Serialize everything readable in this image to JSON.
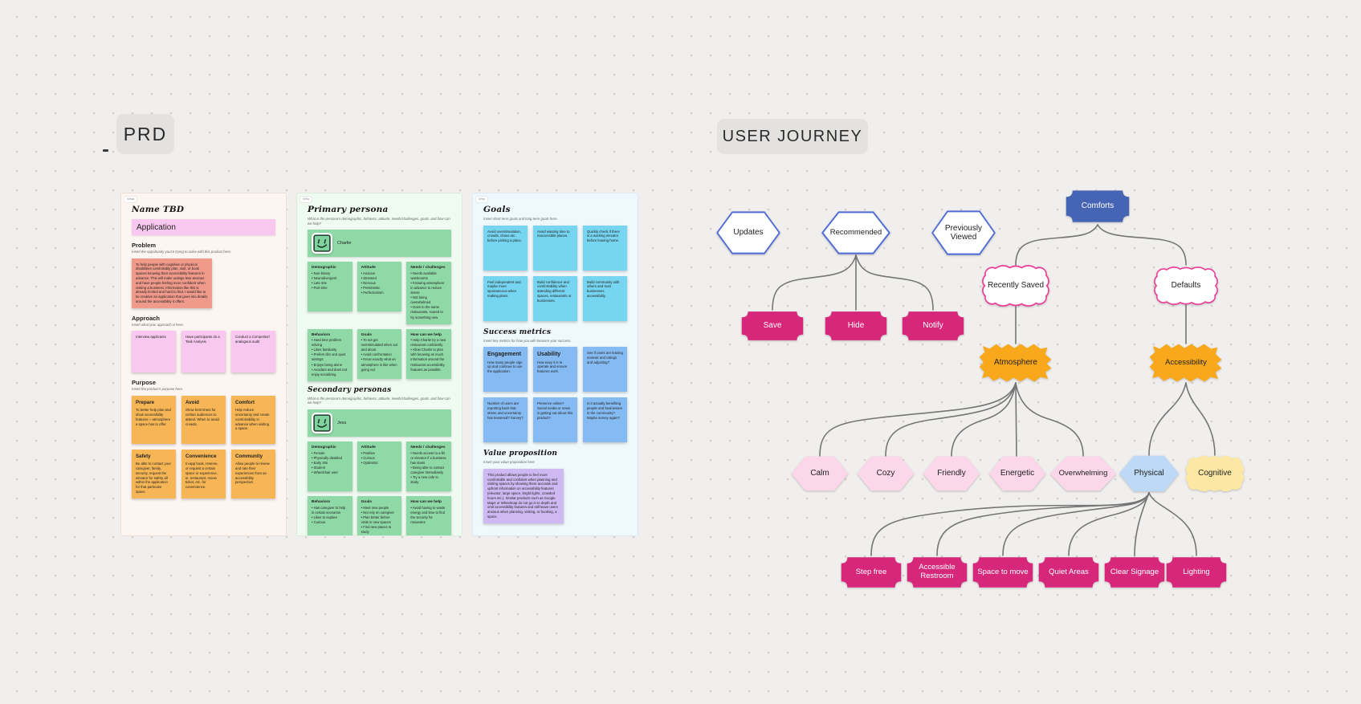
{
  "canvas": {
    "prd_label": "PRD",
    "user_journey_label": "USER JOURNEY"
  },
  "colors": {
    "magenta_node": "#d7277b",
    "dark_blue_node": "#4565b4",
    "orange_node": "#f9a81b",
    "hex_border_blue": "#4f6bd5",
    "scallop_border_pink": "#ee3d96",
    "light_pink_node": "#fbd7e9",
    "light_blue_node": "#bdd9f5",
    "light_yellow_node": "#fce8a4",
    "sticky_salmon": "#ef9a8a",
    "sticky_pink": "#f9c8f0",
    "sticky_orange": "#f7b655",
    "sticky_green": "#8ed9a6",
    "sticky_cyan": "#76d5f0",
    "sticky_blue": "#85bbf2",
    "sticky_purple": "#cfb9f3"
  },
  "prd": {
    "tag": "What",
    "title": "Name TBD",
    "banner": "Application",
    "problem": {
      "heading": "Problem",
      "subtitle": "Insert the opportunity you're trying to solve with this product here.",
      "note": "To help people with cognitive or physical disabilities comfortably plan, visit, or book spaces knowing their accessibility features in advance. This will make outings less anxious and have people feeling more confident when visiting a business. Information like this is already limited and hard to find. I would like to be creative an application that goes into details around the accessibility it offers."
    },
    "approach": {
      "heading": "Approach",
      "subtitle": "Insert what your approach is here.",
      "notes": [
        "Interview applicants",
        "Have participants do a Task Analysis",
        "Conduct a Competitor/ analogous audit"
      ]
    },
    "purpose": {
      "heading": "Purpose",
      "subtitle": "Insert the product's purpose here.",
      "notes": [
        {
          "title": "Prepare",
          "body": "To better help plan and show accessibility features + atmosphere a space has to offer."
        },
        {
          "title": "Avoid",
          "body": "Show best times for certain audiences to attend. When to avoid crowds."
        },
        {
          "title": "Comfort",
          "body": "Help reduce uncertainty and create comfortability in advance when visiting a space."
        },
        {
          "title": "Safety",
          "body": "Be able to contact your caregiver, family, security, request the elevator for safety all within the application for that particular space."
        },
        {
          "title": "Convenience",
          "body": "In-app book, reserve, or request a certain space or experience, ie. restaurant, movie ticket, etc. for convenience."
        },
        {
          "title": "Community",
          "body": "Allow people to review and rate their experiences from an accessibility perspective."
        }
      ]
    }
  },
  "personas": {
    "tag": "Who",
    "primary": {
      "title": "Primary persona",
      "subtitle": "What is the persona's demographic, behavior, attitude, needs/challenges, goals, and how can we help?",
      "name": "Charlie",
      "cards": [
        {
          "title": "Demographic",
          "items": [
            "Non-binary",
            "Neurodivergent",
            "Late 20s",
            "Part-time"
          ]
        },
        {
          "title": "Attitude",
          "items": [
            "Anxious",
            "Stressed",
            "Nervous",
            "Pessimistic",
            "Perfectionism"
          ]
        },
        {
          "title": "Needs / challenges",
          "items": [
            "Needs available washrooms",
            "Knowing atmosphere in advance to reduce stress",
            "Not being overwhelmed",
            "Goes to the same restaurants, scared to try something new"
          ]
        },
        {
          "title": "Behaviors",
          "items": [
            "Hard time problem solving",
            "Likes familiarity",
            "Prefers dim and quiet settings",
            "Enjoys being alone",
            "Avoidant and does not enjoy socializing"
          ]
        },
        {
          "title": "Goals",
          "items": [
            "To not get overstimulated when out and about",
            "Avoid confrontation",
            "Know exactly what an atmosphere is like when going out"
          ]
        },
        {
          "title": "How can we help",
          "items": [
            "Help Charlie try a new restaurant confidently",
            "Allow Charlie to plan with knowing as much information around the restaurant accessibility features as possible."
          ]
        }
      ]
    },
    "secondary": {
      "title": "Secondary personas",
      "subtitle": "What is the persona's demographic, behavior, attitude, needs/challenges, goals, and how can we help?",
      "name": "Jess",
      "cards": [
        {
          "title": "Demographic",
          "items": [
            "Female",
            "Physically disabled",
            "Early 20s",
            "Student",
            "Wheelchair user"
          ]
        },
        {
          "title": "Attitude",
          "items": [
            "Positive",
            "Curious",
            "Optimistic"
          ]
        },
        {
          "title": "Needs / challenges",
          "items": [
            "Needs access to a lift or elevator if a business has stairs",
            "Being able to contact caregiver immediately",
            "Try a new cafe to study"
          ]
        },
        {
          "title": "Behaviors",
          "items": [
            "Has caregiver to help in certain scenarios",
            "Likes to explore",
            "Curious"
          ]
        },
        {
          "title": "Goals",
          "items": [
            "Meet new people",
            "Not rely on caregiver",
            "Plan better before visits in new spaces",
            "Find new places to study"
          ]
        },
        {
          "title": "How can we help",
          "items": [
            "Avoid having to waste energy and time to find the security for measures"
          ]
        }
      ]
    }
  },
  "goals_frame": {
    "tag": "Why",
    "title": "Goals",
    "subtitle": "Insert short term goals and long term goals here.",
    "notes": [
      "Avoid overstimulation, crowds, chaos etc. before picking a place.",
      "Avoid wasting time to inaccessible places.",
      "Quickly check if there is a working elevator before leaving home.",
      "Feel independent and maybe more spontaneous when making plans.",
      "Build confidence and comfortability when attending different spaces, restaurants or businesses.",
      "Build community with others and trust businesses accessibility."
    ],
    "metrics": {
      "title": "Success metrics",
      "subtitle": "Insert key metrics for how you will measure your success.",
      "notes": [
        {
          "title": "Engagement",
          "body": "How many people sign up and continue to use the application."
        },
        {
          "title": "Usability",
          "body": "How easy it is to operate and ensure features work."
        },
        "See if users are leaving reviews and ratings and adjusting?",
        "Number of users are reporting back that stress and uncertainty has lessened? Survey?",
        "Presence online? Social media or news is getting out about this product?",
        "Is it actually benefiting people and businesses in the community? Maybe survey again?"
      ]
    },
    "value_prop": {
      "title": "Value proposition",
      "subtitle": "Insert your value proposition here",
      "note": "This product allows people to feel more comfortable and confident when planning and visiting spaces by showing them accurate and upfront information on accessibility features (elevator, large space, bright lights, crowded hours etc.). Similar products such as Google Maps or Wheelmap do not go in to depth and omit accessibility features and still leave users anxious when planning, visiting, or booking, a space."
    }
  },
  "journey": {
    "updates": "Updates",
    "recommended": "Recommended",
    "previously_viewed": "Previously Viewed",
    "save": "Save",
    "hide": "Hide",
    "notify": "Notify",
    "comforts": "Comforts",
    "recently_saved": "Recently Saved",
    "defaults": "Defaults",
    "atmosphere": "Atmosphere",
    "accessibility": "Accessibility",
    "calm": "Calm",
    "cozy": "Cozy",
    "friendly": "Friendly",
    "energetic": "Energetic",
    "overwhelming": "Overwhelming",
    "physical": "Physical",
    "cognitive": "Cognitive",
    "step_free": "Step free",
    "accessible_restroom": "Accessible Restroom",
    "space_to_move": "Space to move",
    "quiet_areas": "Quiet Areas",
    "clear_signage": "Clear Signage",
    "lighting": "Lighting"
  }
}
